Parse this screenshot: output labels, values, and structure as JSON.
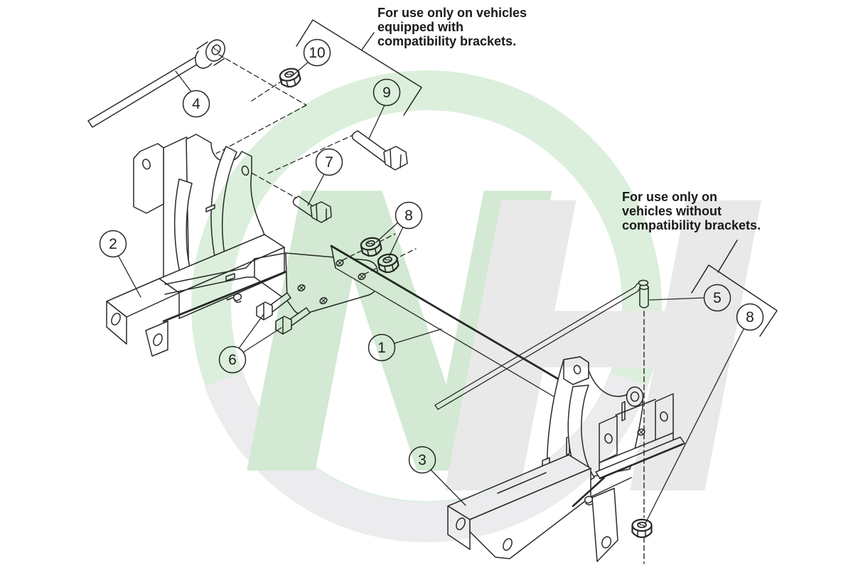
{
  "notes": {
    "equipped": {
      "lines": [
        "For use only on vehicles",
        "equipped with",
        "compatibility brackets."
      ]
    },
    "without": {
      "lines": [
        "For use only on",
        "vehicles without",
        "compatibility brackets."
      ]
    }
  },
  "callouts": [
    {
      "label": "1"
    },
    {
      "label": "2"
    },
    {
      "label": "3"
    },
    {
      "label": "4"
    },
    {
      "label": "5"
    },
    {
      "label": "6"
    },
    {
      "label": "7"
    },
    {
      "label": "8"
    },
    {
      "label": "8"
    },
    {
      "label": "9"
    },
    {
      "label": "10"
    }
  ],
  "watermark": {
    "letter_n": "N",
    "letter_h": "H",
    "ring_green": "#dcefdc",
    "ring_gray": "#ececee",
    "n_color": "#d3e9d3",
    "h_color": "#e9e9ea"
  },
  "colors": {
    "background": "#ffffff",
    "line": "#2a2a2a",
    "text": "#1a1a1a"
  }
}
